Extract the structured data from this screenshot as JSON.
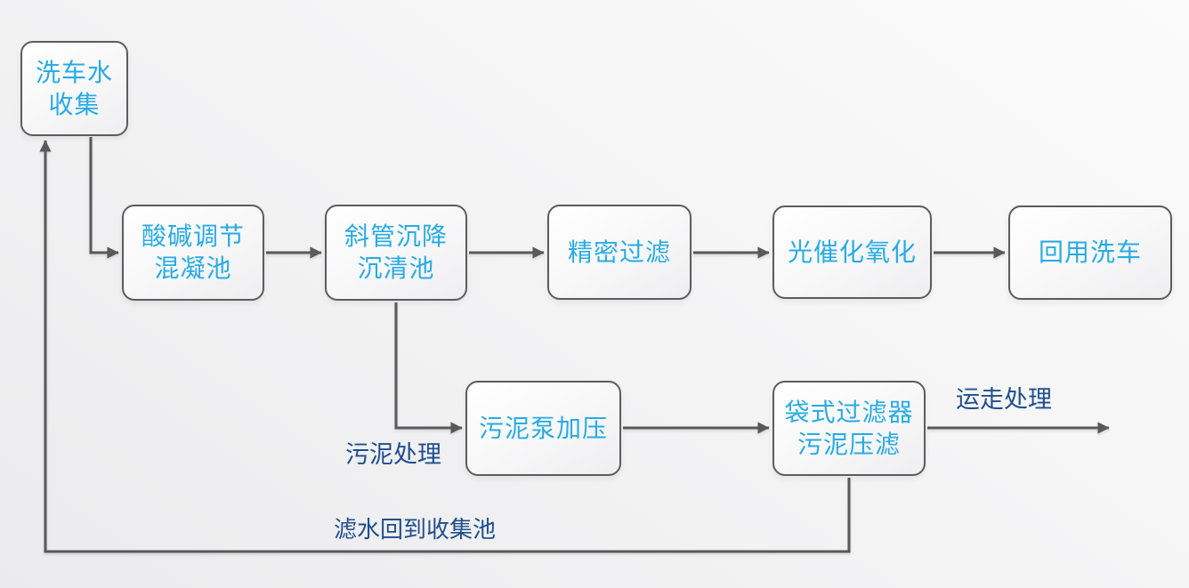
{
  "nodes": {
    "collect": {
      "label": "洗车水\n收集"
    },
    "ph_coagulation": {
      "label": "酸碱调节\n混凝池"
    },
    "sedimentation": {
      "label": "斜管沉降\n沉清池"
    },
    "precision_filter": {
      "label": "精密过滤"
    },
    "photocatalytic": {
      "label": "光催化氧化"
    },
    "reuse": {
      "label": "回用洗车"
    },
    "sludge_pump": {
      "label": "污泥泵加压"
    },
    "bag_filter": {
      "label": "袋式过滤器\n污泥压滤"
    }
  },
  "edge_labels": {
    "sludge_treatment": "污泥处理",
    "haul_away": "运走处理",
    "filtrate_return": "滤水回到收集池"
  },
  "colors": {
    "node_text": "#29ABE2",
    "connector_line": "#595959",
    "node_border": "#5C5C5C",
    "edge_label_text": "#1F4E8C",
    "background": "#F3F3F4"
  }
}
